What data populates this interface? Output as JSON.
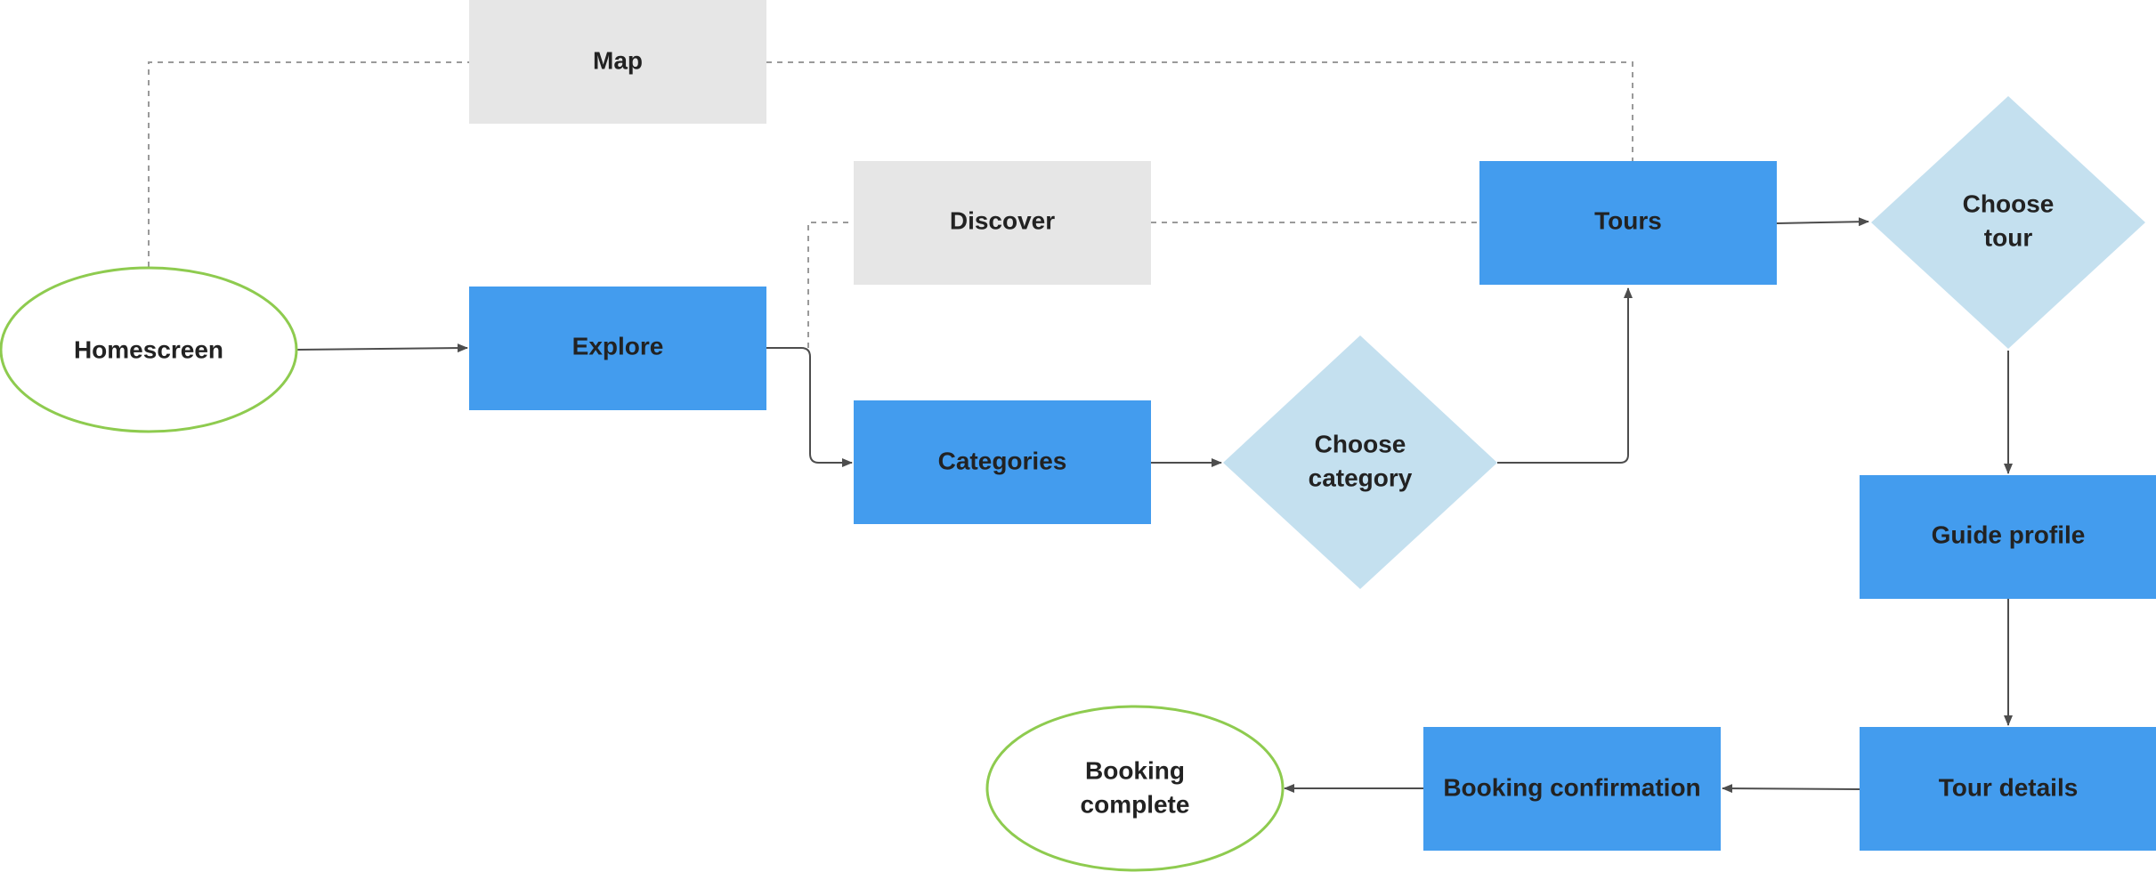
{
  "colors": {
    "primary_box": "#439cee",
    "secondary_box": "#e6e6e6",
    "decision": "#c4e0ef",
    "terminal_stroke": "#8ecb4f",
    "terminal_fill": "#ffffff",
    "edge": "#4d4d4d",
    "edge_dashed": "#9a9a9a",
    "text": "#222222"
  },
  "nodes": {
    "homescreen": {
      "label": "Homescreen",
      "shape": "ellipse"
    },
    "map": {
      "label": "Map",
      "shape": "rect-gray"
    },
    "explore": {
      "label": "Explore",
      "shape": "rect-blue"
    },
    "discover": {
      "label": "Discover",
      "shape": "rect-gray"
    },
    "categories": {
      "label": "Categories",
      "shape": "rect-blue"
    },
    "choose_category": {
      "label_lines": [
        "Choose",
        "category"
      ],
      "shape": "diamond"
    },
    "tours": {
      "label": "Tours",
      "shape": "rect-blue"
    },
    "choose_tour": {
      "label_lines": [
        "Choose",
        "tour"
      ],
      "shape": "diamond"
    },
    "guide_profile": {
      "label": "Guide profile",
      "shape": "rect-blue"
    },
    "tour_details": {
      "label": "Tour details",
      "shape": "rect-blue"
    },
    "booking_confirmation": {
      "label": "Booking confirmation",
      "shape": "rect-blue"
    },
    "booking_complete": {
      "label_lines": [
        "Booking",
        "complete"
      ],
      "shape": "ellipse"
    }
  },
  "edges": [
    {
      "from": "homescreen",
      "to": "explore",
      "style": "solid"
    },
    {
      "from": "explore",
      "to": "categories",
      "style": "solid"
    },
    {
      "from": "categories",
      "to": "choose_category",
      "style": "solid"
    },
    {
      "from": "choose_category",
      "to": "tours",
      "style": "solid"
    },
    {
      "from": "tours",
      "to": "choose_tour",
      "style": "solid"
    },
    {
      "from": "choose_tour",
      "to": "guide_profile",
      "style": "solid"
    },
    {
      "from": "guide_profile",
      "to": "tour_details",
      "style": "solid"
    },
    {
      "from": "tour_details",
      "to": "booking_confirmation",
      "style": "solid"
    },
    {
      "from": "booking_confirmation",
      "to": "booking_complete",
      "style": "solid"
    },
    {
      "from": "homescreen",
      "to": "map",
      "style": "dashed"
    },
    {
      "from": "map",
      "to": "tours",
      "style": "dashed"
    },
    {
      "from": "explore",
      "to": "discover",
      "style": "dashed"
    },
    {
      "from": "discover",
      "to": "tours",
      "style": "dashed"
    }
  ]
}
